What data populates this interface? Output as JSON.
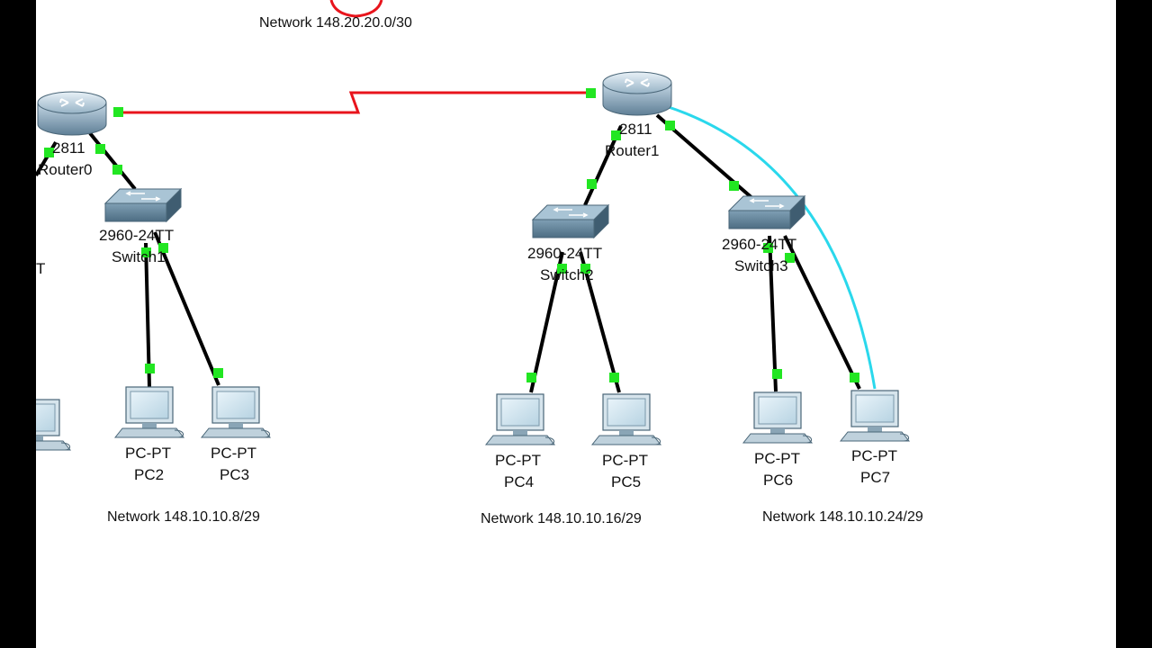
{
  "wan_network": "Network 148.20.20.0/30",
  "routers": [
    {
      "model": "2811",
      "name": "Router0"
    },
    {
      "model": "2811",
      "name": "Router1"
    }
  ],
  "switches": [
    {
      "model": "2960-24TT",
      "name": "Switch1"
    },
    {
      "model": "2960-24TT",
      "name": "Switch2"
    },
    {
      "model": "2960-24TT",
      "name": "Switch3"
    }
  ],
  "pcs": [
    {
      "model": "PC-PT",
      "name": "PC2"
    },
    {
      "model": "PC-PT",
      "name": "PC3"
    },
    {
      "model": "PC-PT",
      "name": "PC4"
    },
    {
      "model": "PC-PT",
      "name": "PC5"
    },
    {
      "model": "PC-PT",
      "name": "PC6"
    },
    {
      "model": "PC-PT",
      "name": "PC7"
    }
  ],
  "lan_networks": [
    "Network 148.10.10.8/29",
    "Network 148.10.10.16/29",
    "Network 148.10.10.24/29"
  ],
  "cut_label": "T",
  "colors": {
    "serial_link": "#e8141c",
    "copper_link": "#000000",
    "console_link": "#2ad8ec",
    "link_light": "#22e622"
  }
}
